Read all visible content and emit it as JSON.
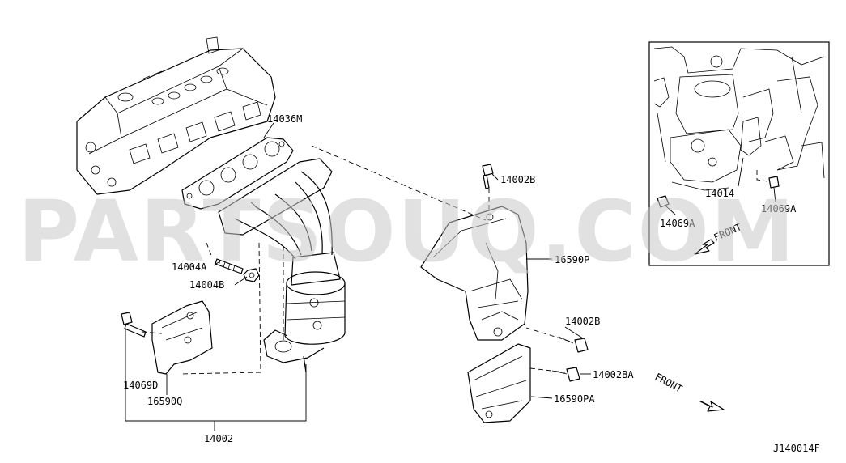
{
  "watermark": "PARTSOUQ.COM",
  "figure_code": "J140014F",
  "labels": {
    "gasket": "14036M",
    "bolt_top": "14002B",
    "stud": "14004A",
    "nut": "14004B",
    "heat_shield_upper": "16590P",
    "bolt_mid": "14002B",
    "bolt_lower": "14002BA",
    "heat_shield_lower": "16590PA",
    "bracket_bolt": "14069D",
    "bracket_cover": "16590Q",
    "manifold": "14002",
    "inset_bracket": "14014",
    "inset_bolt_left": "14069A",
    "inset_bolt_right": "14069A"
  },
  "front_main": "FRONT",
  "front_inset": "FRONT"
}
